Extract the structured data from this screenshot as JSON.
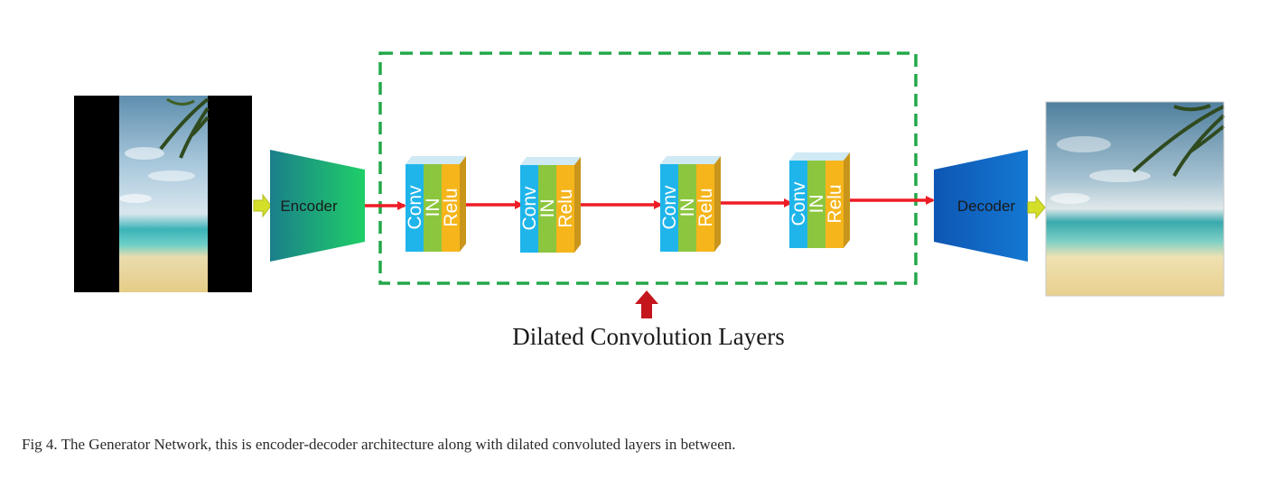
{
  "diagram": {
    "encoder_label": "Encoder",
    "decoder_label": "Decoder",
    "group_label": "Dilated Convolution Layers",
    "block_layers": [
      "Conv",
      "IN",
      "Relu"
    ],
    "blocks": [
      {
        "layers": [
          "Conv",
          "IN",
          "Relu"
        ]
      },
      {
        "layers": [
          "Conv",
          "IN",
          "Relu"
        ]
      },
      {
        "layers": [
          "Conv",
          "IN",
          "Relu"
        ]
      },
      {
        "layers": [
          "Conv",
          "IN",
          "Relu"
        ]
      }
    ],
    "colors": {
      "conv": "#1fb5ea",
      "in": "#8cc63f",
      "relu": "#f5b51b",
      "arrow": "#ee1c25",
      "dashed_box": "#22a84a",
      "small_arrow": "#d4df2a",
      "up_arrow": "#c4161c",
      "encoder_left": "#1a7f8a",
      "encoder_right": "#1fcf68",
      "decoder_left": "#0e56b3",
      "decoder_right": "#1478d2"
    }
  },
  "caption": "Fig 4.  The Generator Network, this is encoder-decoder architecture along with dilated convoluted layers in between."
}
